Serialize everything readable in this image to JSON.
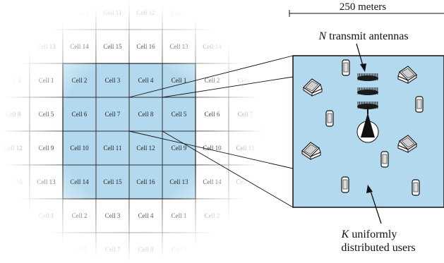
{
  "scale_bar": {
    "label": "250 meters"
  },
  "grid": {
    "rows": [
      [
        "Cell 8",
        "Cell 5",
        "Cell 6",
        "Cell 7",
        "Cell 8",
        "Cell 5",
        "Cell 6",
        "Cell 7"
      ],
      [
        "Cell 12",
        "Cell 9",
        "Cell 10",
        "Cell 11",
        "Cell 12",
        "Cell 9",
        "Cell 10",
        "Cell 11"
      ],
      [
        "Cell 16",
        "Cell 13",
        "Cell 14",
        "Cell 15",
        "Cell 16",
        "Cell 13",
        "Cell 14",
        "Cell 15"
      ],
      [
        "Cell 4",
        "Cell 1",
        "Cell 2",
        "Cell 3",
        "Cell 4",
        "Cell 1",
        "Cell 2",
        "Cell 3"
      ],
      [
        "Cell 8",
        "Cell 5",
        "Cell 6",
        "Cell 7",
        "Cell 8",
        "Cell 5",
        "Cell 6",
        "Cell 7"
      ],
      [
        "Cell 12",
        "Cell 9",
        "Cell 10",
        "Cell 11",
        "Cell 12",
        "Cell 9",
        "Cell 10",
        "Cell 11"
      ],
      [
        "Cell 16",
        "Cell 13",
        "Cell 14",
        "Cell 15",
        "Cell 16",
        "Cell 13",
        "Cell 14",
        "Cell 15"
      ],
      [
        "Cell 4",
        "Cell 1",
        "Cell 2",
        "Cell 3",
        "Cell 4",
        "Cell 1",
        "Cell 2",
        "Cell 3"
      ],
      [
        "Cell 8",
        "Cell 5",
        "Cell 6",
        "Cell 7",
        "Cell 8",
        "Cell 5",
        "Cell 6",
        "Cell 7"
      ]
    ],
    "highlight_color": "#b3d9ee",
    "line_color": "#333333"
  },
  "inset": {
    "background": "#b3d9ee",
    "antennas_label_var": "N",
    "antennas_label_rest": " transmit antennas",
    "users_label_var": "K",
    "users_label_rest": " uniformly",
    "users_label_line2": "distributed users"
  }
}
